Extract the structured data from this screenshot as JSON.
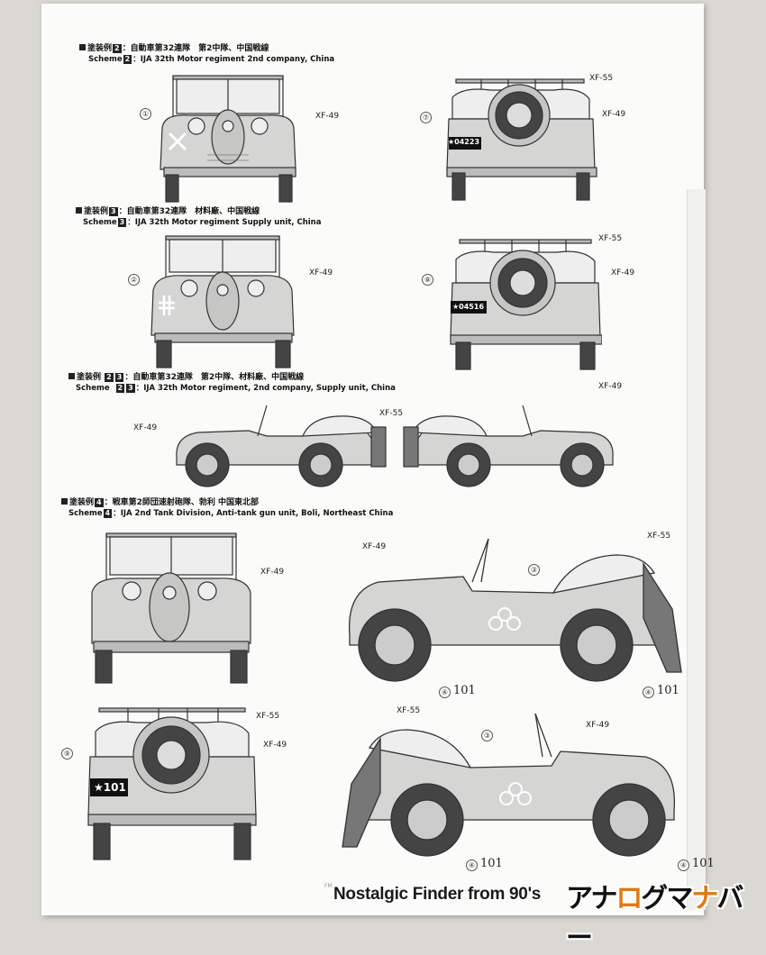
{
  "schemes": [
    {
      "jp_prefix": "塗装例",
      "num": "2",
      "jp": "：自動車第32連隊　第2中隊、中国戦線",
      "en_prefix": "Scheme",
      "en": "：IJA 32th Motor regiment 2nd company, China"
    },
    {
      "jp_prefix": "塗装例",
      "num": "3",
      "jp": "：自動車第32連隊　材料廠、中国戦線",
      "en_prefix": "Scheme",
      "en": "：IJA 32th Motor regiment Supply unit, China"
    },
    {
      "jp_prefix": "塗装例",
      "num": "2",
      "num2": "3",
      "jp": "：自動車第32連隊　第2中隊、材料廠、中国戦線",
      "en_prefix": "Scheme",
      "en": "：IJA 32th Motor regiment,  2nd company, Supply unit, China"
    },
    {
      "jp_prefix": "塗装例",
      "num": "4",
      "jp": "：戦車第2師団速射砲隊、勃利 中国東北部",
      "en_prefix": "Scheme",
      "en": "：IJA 2nd Tank Division, Anti-tank gun unit, Boli, Northeast China"
    }
  ],
  "paints": {
    "green": "XF-49",
    "canvas": "XF-55"
  },
  "markers": {
    "m1": "①",
    "m2": "②",
    "m3": "③",
    "m4": "④",
    "m7": "⑦",
    "m8": "⑧",
    "m9": "⑨"
  },
  "plates": {
    "p1": "★04223",
    "p2": "★04516",
    "p3": "★101"
  },
  "num101": "101",
  "footer_code": "FM",
  "watermark": {
    "left": "Nostalgic Finder from 90's",
    "right_a": "ア",
    "right_b": "ナ",
    "right_c": "ロ",
    "right_d": "グ",
    "right_e": "マ",
    "right_f": "ナ",
    "right_g": "バー"
  },
  "colors": {
    "vehicle_fill": "#d5d5d3",
    "line": "#333333",
    "paper": "#fbfbf9"
  }
}
